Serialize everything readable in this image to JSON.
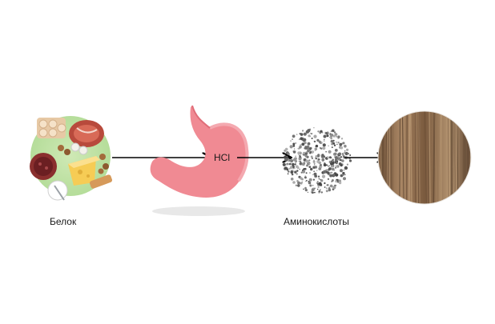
{
  "labels": {
    "protein": "Белок",
    "acid": "HCl",
    "amino_acids": "Аминокислоты"
  },
  "icons": {
    "food": "food-plate-icon",
    "stomach": "stomach-icon",
    "particles": "amino-acid-particles-icon",
    "hair": "hair-icon"
  },
  "colors": {
    "stomach": "#f08a93",
    "arrow": "#000000",
    "hair": "#8b6a4c"
  }
}
